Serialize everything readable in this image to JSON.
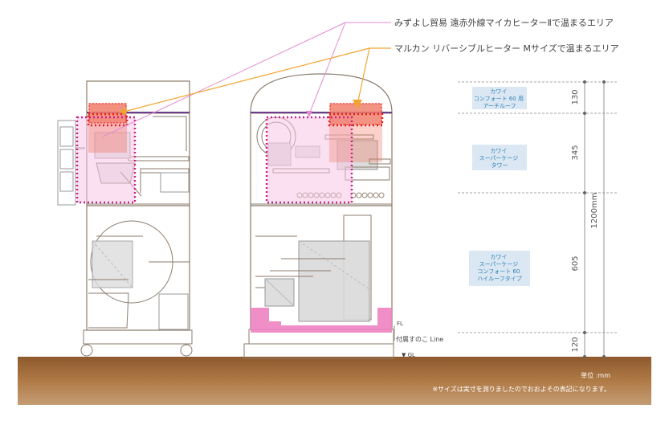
{
  "callouts": {
    "pink": "みずよし貿易 遠赤外線マイカヒーターⅡで温まるエリア",
    "orange": "マルカン リバーシブルヒーター Mサイズで温まるエリア"
  },
  "labels": {
    "fl": "FL",
    "sunoko": "付属すのこ Line",
    "gl": "▼ GL"
  },
  "components": [
    {
      "lines": [
        "カワイ",
        "コンフォート 60 用",
        "アーチルーフ"
      ]
    },
    {
      "lines": [
        "カワイ",
        "スーパーケージ",
        "タワー"
      ]
    },
    {
      "lines": [
        "カワイ",
        "スーパーケージ",
        "コンフォート 60",
        "ハイルーフタイプ"
      ]
    }
  ],
  "dimensions": {
    "segments": [
      "130",
      "345",
      "605",
      "120"
    ],
    "total": "1200mm"
  },
  "footer": {
    "unit": "単位 :mm",
    "note": "※サイズは実寸を測りましたのでおおよその表記になります。"
  },
  "colors": {
    "pink_line": "#e58ad0",
    "orange_line": "#f0a531",
    "pink_zone": "#f6c6e4",
    "red_zone": "#f07e6b",
    "dotted_pink": "#cc2288",
    "dotted_red": "#e4221a",
    "base_pink": "#ee82c2",
    "ground": "#a86b3a",
    "cage_line": "#8b7b6b",
    "label_box": "#dbe8f3",
    "label_text": "#2f7fb6",
    "dim_text": "#555555",
    "purple_rail": "#6b3e8f"
  }
}
